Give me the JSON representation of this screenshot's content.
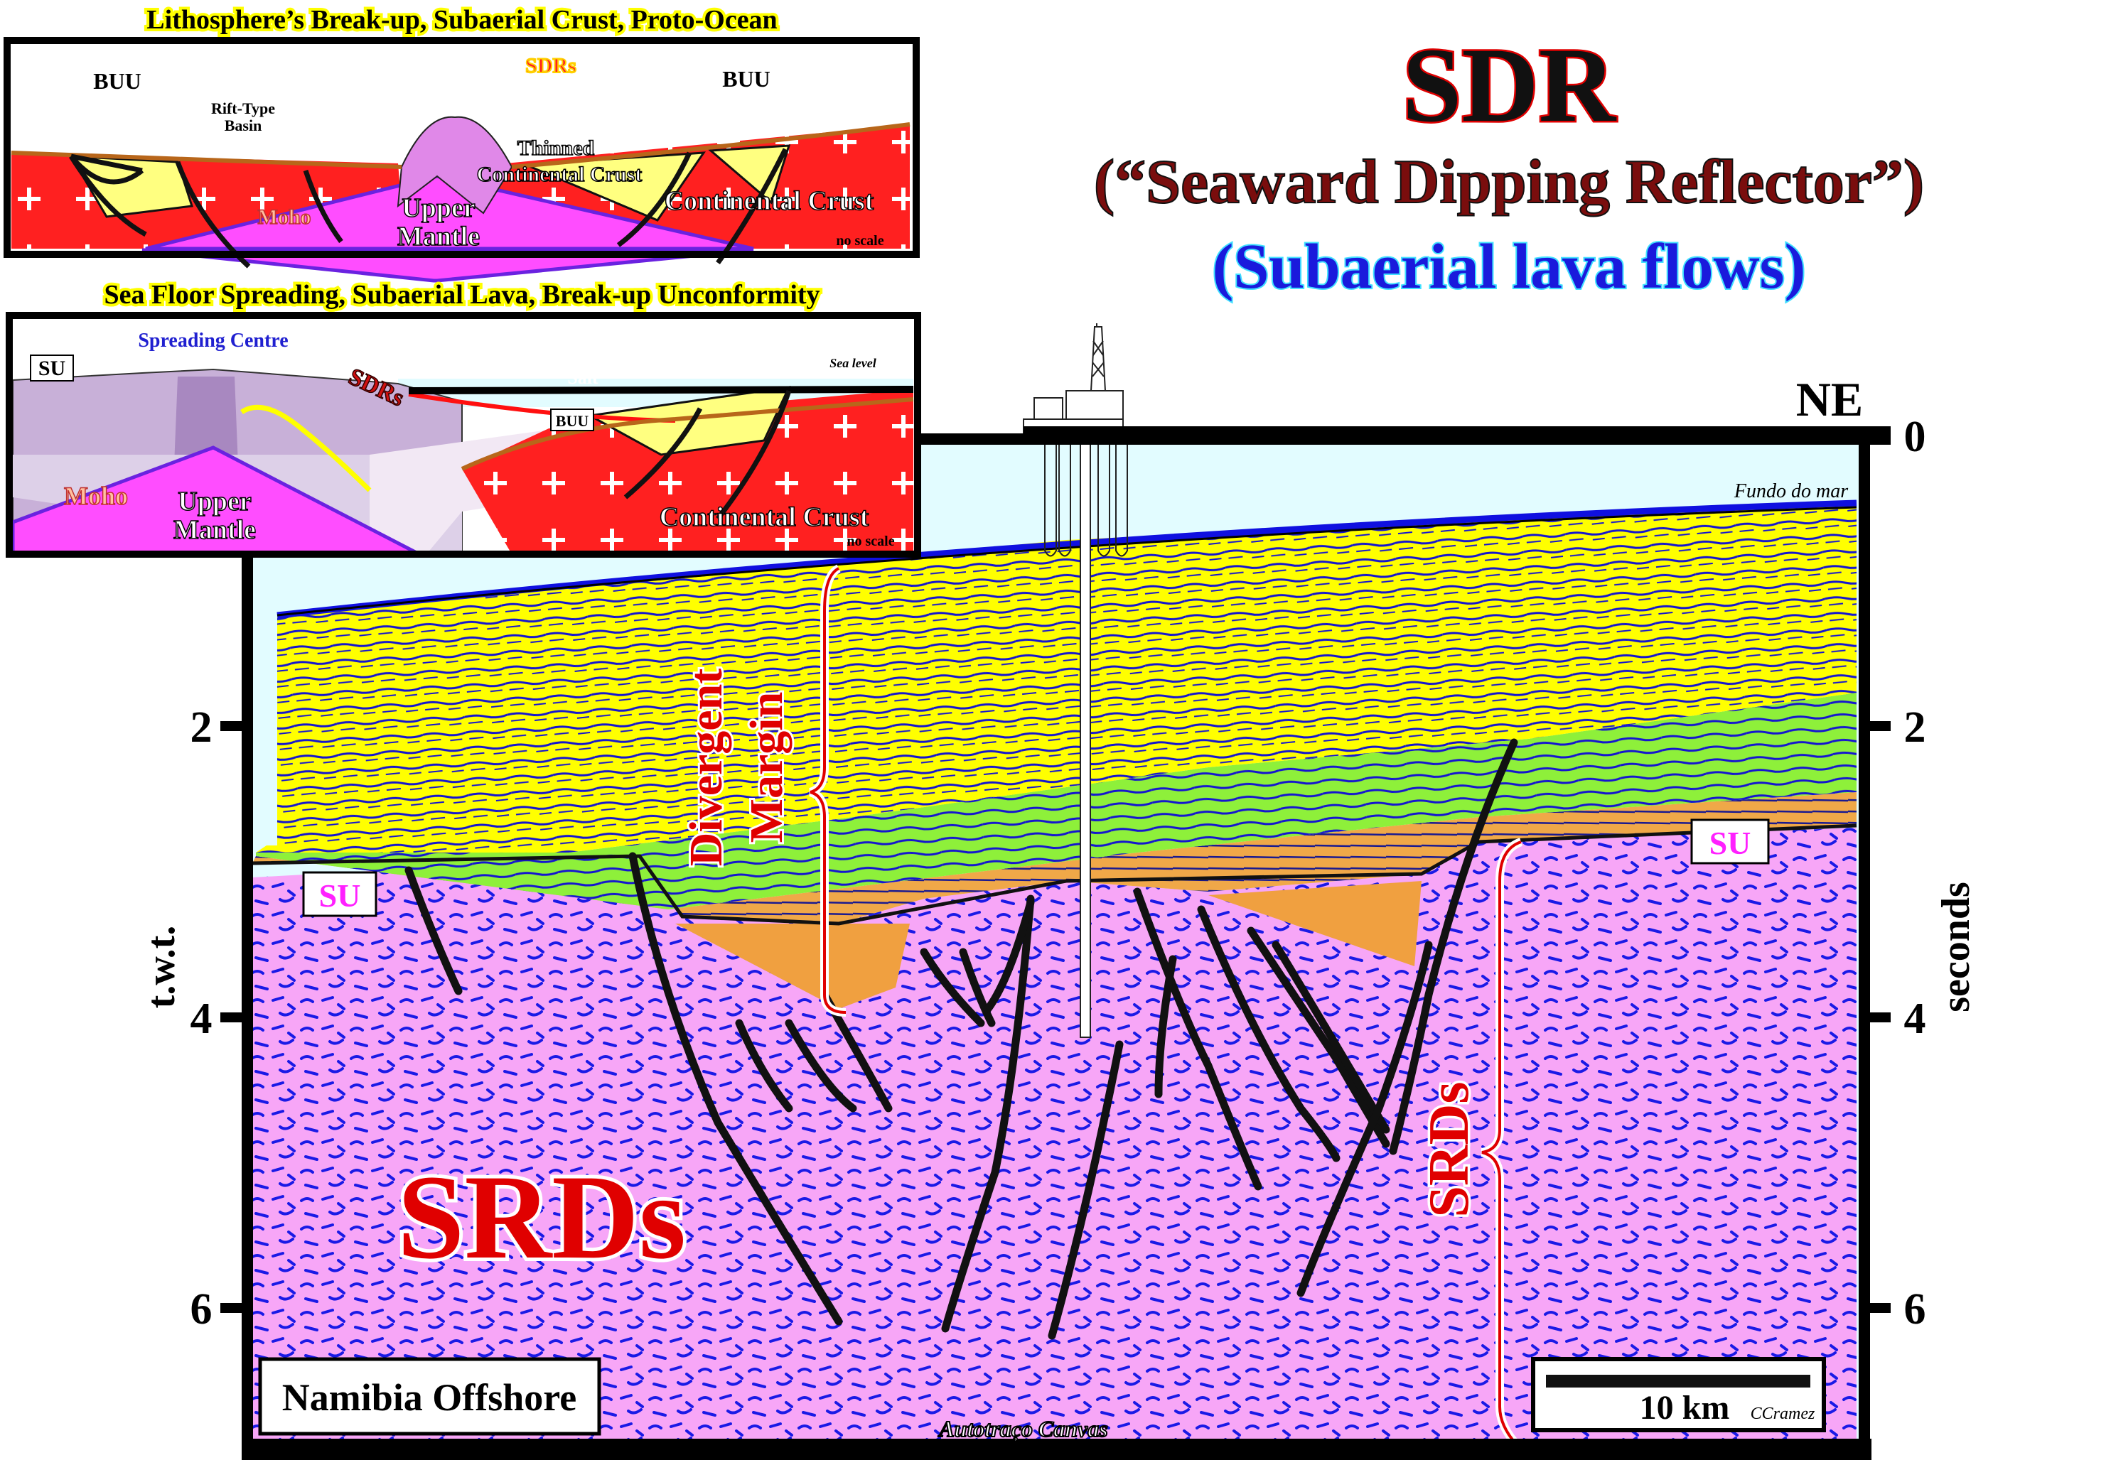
{
  "title": {
    "main": "SDR",
    "subtitle": "(“Seaward Dipping Reflector”)",
    "caption": "(Subaerial lava flows)"
  },
  "inset1": {
    "heading": "Lithosphere’s Break-up, Subaerial Crust, Proto-Ocean",
    "buu_left": "BUU",
    "buu_right": "BUU",
    "sdrs": "SDRs",
    "rift_basin_1": "Rift-Type",
    "rift_basin_2": "Basin",
    "thinned_1": "Thinned",
    "thinned_2": "Continental Crust",
    "continental_crust": "Continental Crust",
    "moho": "Moho",
    "upper_1": "Upper",
    "upper_2": "Mantle",
    "no_scale": "no scale"
  },
  "inset2": {
    "heading": "Sea Floor Spreading, Subaerial Lava, Break-up Unconformity",
    "spreading_centre": "Spreading Centre",
    "su": "SU",
    "sdrs": "SDRs",
    "salt": "Salt",
    "sea_level": "Sea level",
    "buu": "BUU",
    "moho": "Moho",
    "upper_1": "Upper",
    "upper_2": "Mantle",
    "continental_crust": "Continental Crust",
    "no_scale": "no scale"
  },
  "section": {
    "direction": "NE",
    "fundo": "Fundo do mar",
    "axis_left_label": "t.w.t.",
    "axis_right_label": "seconds",
    "ticks": [
      "0",
      "2",
      "4",
      "6"
    ],
    "su_left": "SU",
    "su_right": "SU",
    "divergent_1": "Divergent",
    "divergent_2": "Margin",
    "srds_big": "SRDs",
    "srds_vertical": "SRDs",
    "location": "Namibia Offshore",
    "scale": "10 km",
    "author": "CCramez",
    "credit": "Autotraço Canvas"
  },
  "colors": {
    "crust_red": "#ff2020",
    "mantle_magenta": "#ff4dff",
    "sediment_yellow": "#ffff00",
    "green": "#8ef03a",
    "orange": "#f0a040",
    "basement_pink": "#f7a6f7",
    "reflector_blue": "#1010e0",
    "water": "#e2fcff"
  }
}
